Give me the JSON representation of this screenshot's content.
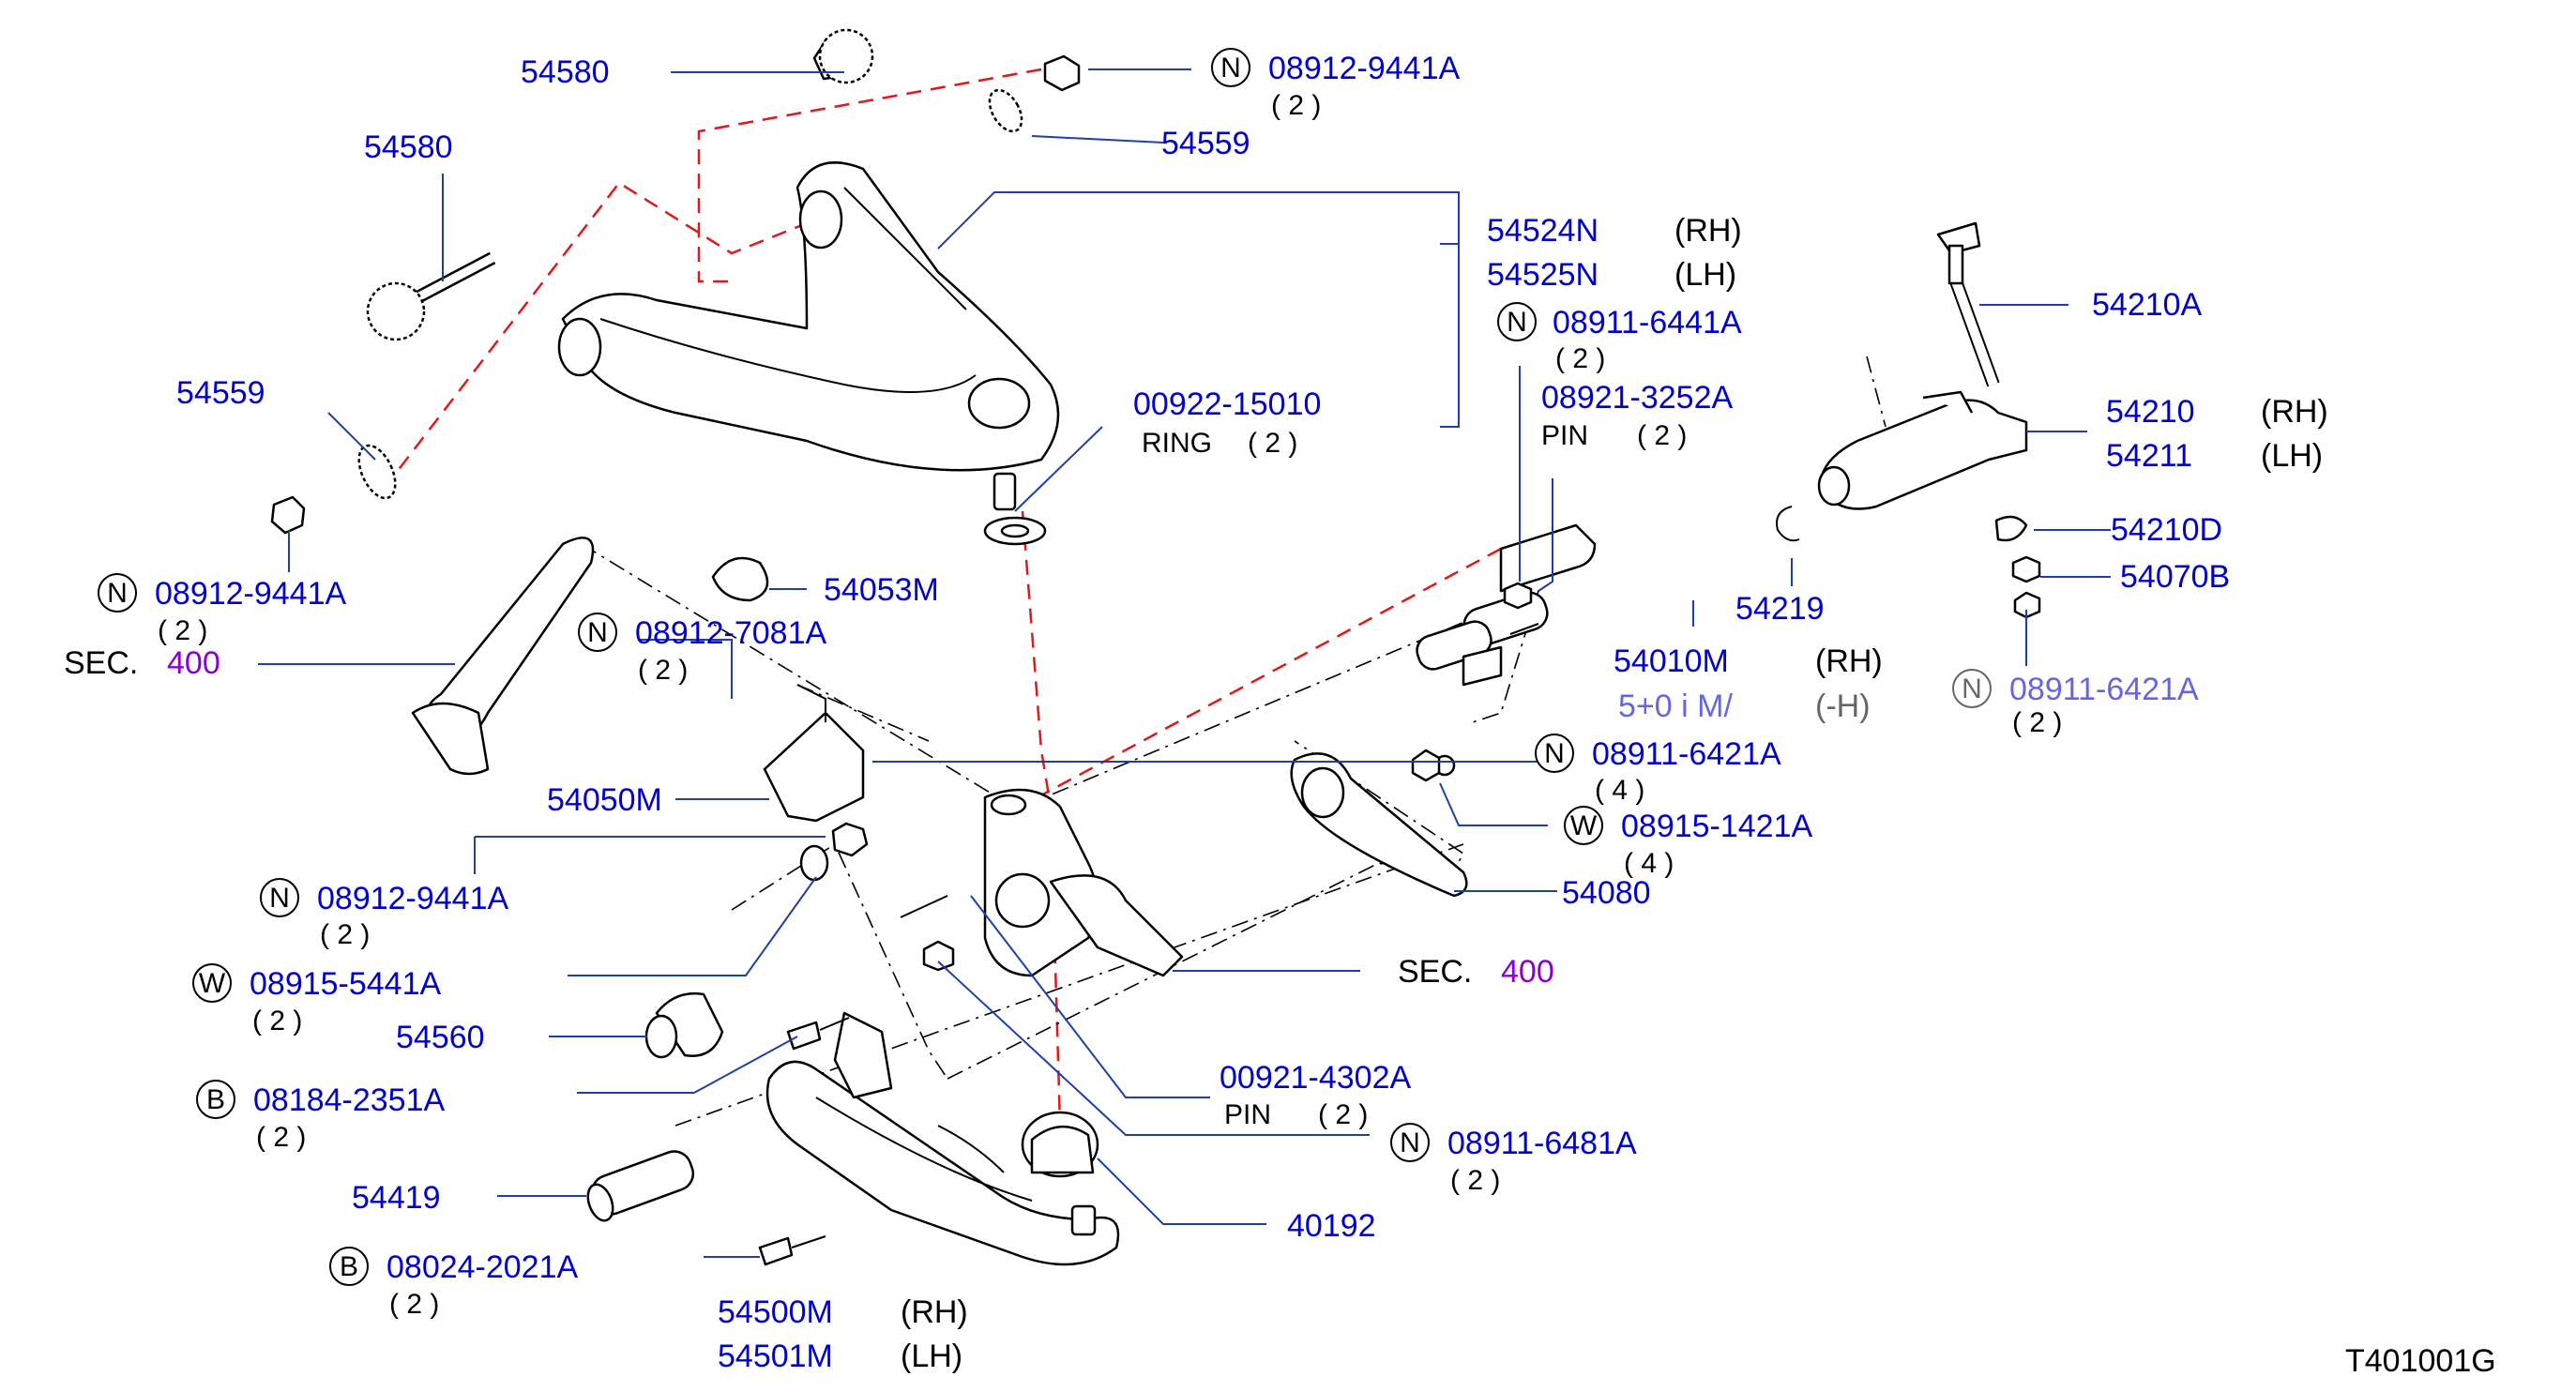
{
  "diagram": {
    "id_code": "T401001G",
    "labels": {
      "p54580_top": "54580",
      "p08912_9441A_top": "08912-9441A",
      "q2_top": "( 2 )",
      "p54559_top": "54559",
      "p54580_left": "54580",
      "p54524N": "54524N",
      "rh_54524N": "(RH)",
      "p54525N": "54525N",
      "lh_54525N": "(LH)",
      "p08911_6441A": "08911-6441A",
      "q2_6441A": "( 2 )",
      "p54559_left": "54559",
      "p00922_15010": "00922-15010",
      "ring": "RING",
      "q2_ring": "( 2 )",
      "p08921_3252A": "08921-3252A",
      "pin_3252A": "PIN",
      "q2_3252A": "( 2 )",
      "p54210A": "54210A",
      "p54210": "54210",
      "rh_54210": "(RH)",
      "p54211": "54211",
      "lh_54211": "(LH)",
      "p54210D": "54210D",
      "p54070B": "54070B",
      "p08912_9441A_left": "08912-9441A",
      "q2_left": "( 2 )",
      "sec": "SEC.",
      "sec_num": "400",
      "p54053M": "54053M",
      "p08912_7081A": "08912-7081A",
      "q2_7081A": "( 2 )",
      "p54219": "54219",
      "p54010M": "54010M",
      "rh_54010M": "(RH)",
      "p54011M_partial": "5+0 i M/",
      "lh_54011M_partial": "(-H)",
      "p08911_6421A_right_partial": "08911-6421A",
      "q2_6421A_right": "( 2 )",
      "p08911_6421A_mid_partial": "08911-6421A",
      "q4_6421A": "( 4 )",
      "p08915_1421A": "08915-1421A",
      "q4_1421A": "( 4 )",
      "p54050M": "54050M",
      "p54080": "54080",
      "p08912_9441A_mid": "08912-9441A",
      "q2_9441A_mid": "( 2 )",
      "p08915_5441A": "08915-5441A",
      "q2_5441A": "( 2 )",
      "sec2": "SEC.",
      "sec2_num": "400",
      "p54560": "54560",
      "p08184_2351A": "08184-2351A",
      "q2_2351A": "( 2 )",
      "p00921_4302A": "00921-4302A",
      "pin_4302A": "PIN",
      "q2_4302A": "( 2 )",
      "p08911_6481A": "08911-6481A",
      "q2_6481A": "( 2 )",
      "p54419": "54419",
      "p40192": "40192",
      "p08024_2021A": "08024-2021A",
      "q2_2021A": "( 2 )",
      "p54500M": "54500M",
      "rh_54500M": "(RH)",
      "p54501M": "54501M",
      "lh_54501M": "(LH)"
    },
    "badges": {
      "n": "N",
      "w": "W",
      "b": "B"
    },
    "colors": {
      "part_numbers": "#0000cc",
      "leader_lines": "#1d3fa8",
      "center_lines_red": "#e01818",
      "section_ref": "#8a00d4"
    }
  }
}
